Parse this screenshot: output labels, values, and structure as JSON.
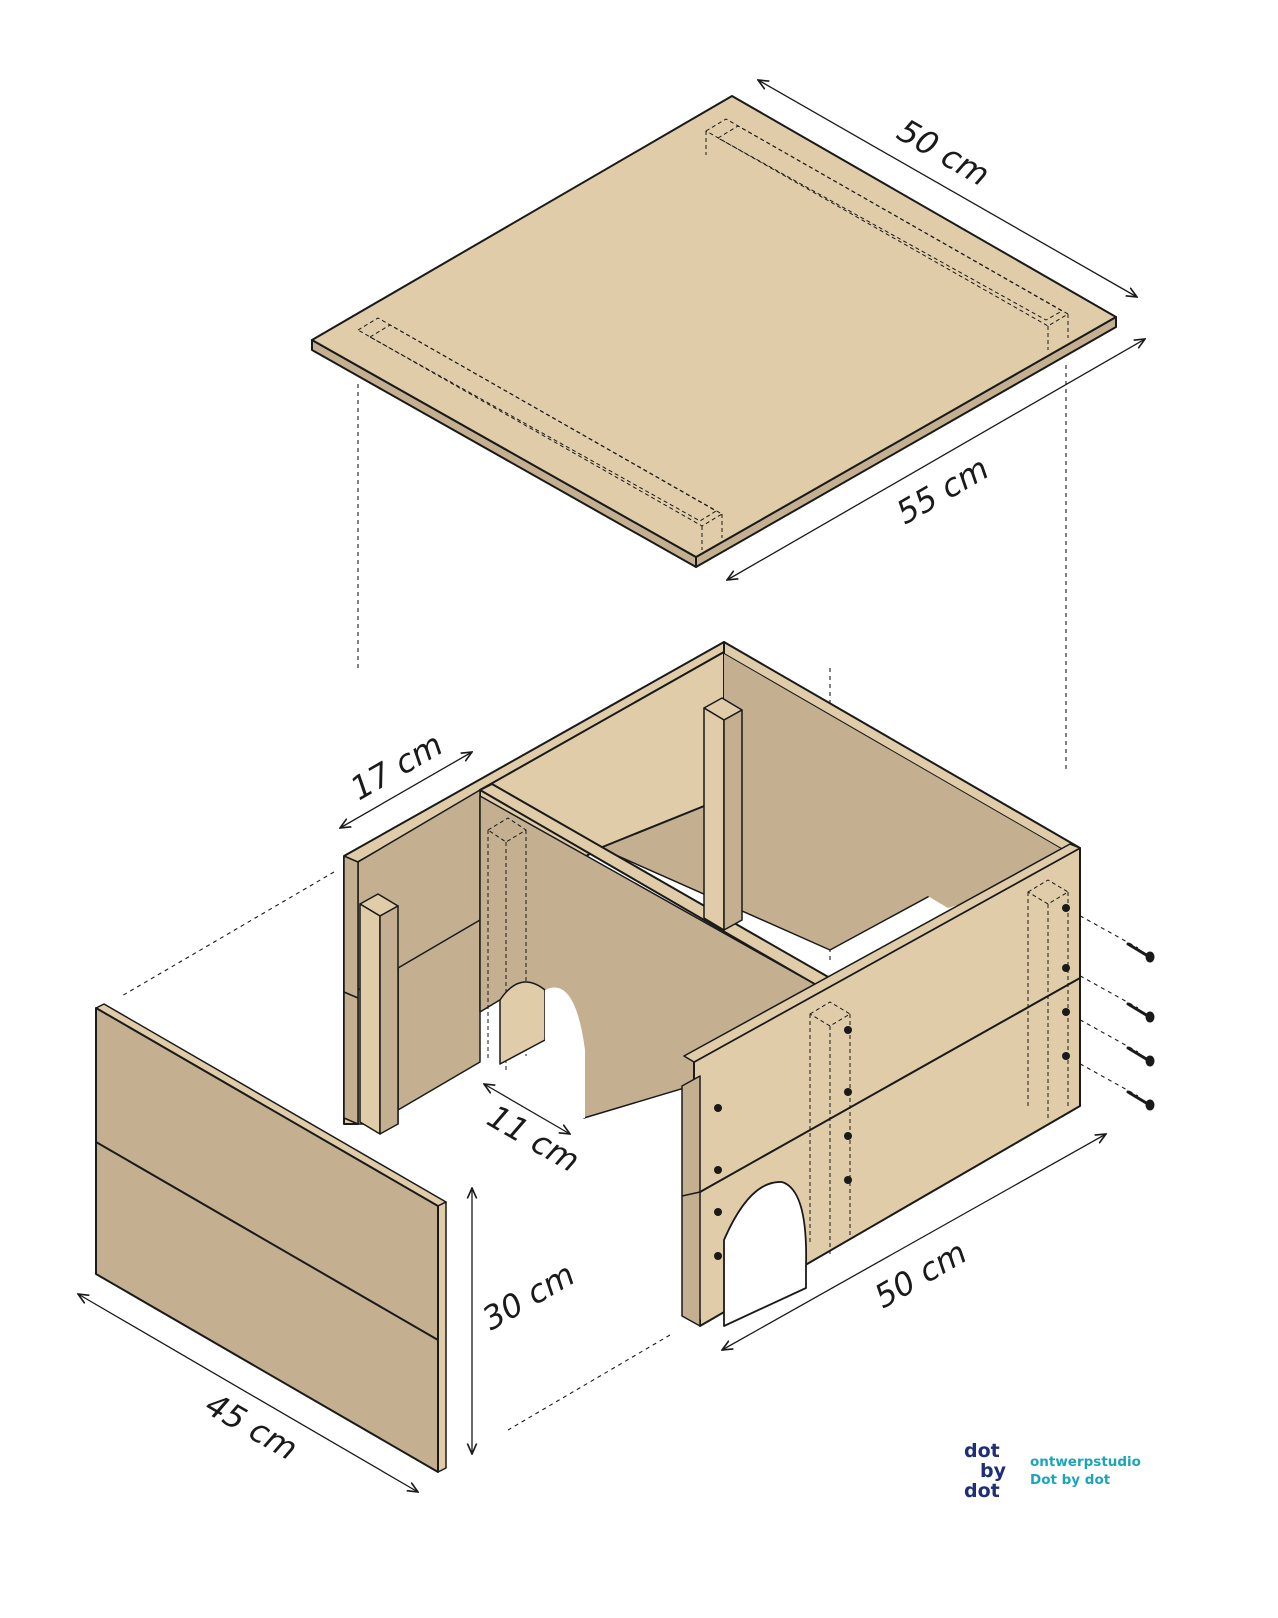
{
  "dimensions": {
    "lid_depth": "50 cm",
    "lid_width": "55 cm",
    "compartment": "17 cm",
    "opening": "11 cm",
    "side_length": "50 cm",
    "height": "30 cm",
    "front_width": "45 cm"
  },
  "logo": {
    "mark_line1": "dot",
    "mark_line2": "by",
    "mark_line3": "dot",
    "line1": "ontwerpstudio",
    "line2": "Dot by dot"
  },
  "colors": {
    "wood_light": "#e0cca9",
    "wood_dark": "#c4b091",
    "outline": "#1a1a1a",
    "logo_navy": "#1e2f78",
    "logo_teal": "#1aa6b8"
  }
}
